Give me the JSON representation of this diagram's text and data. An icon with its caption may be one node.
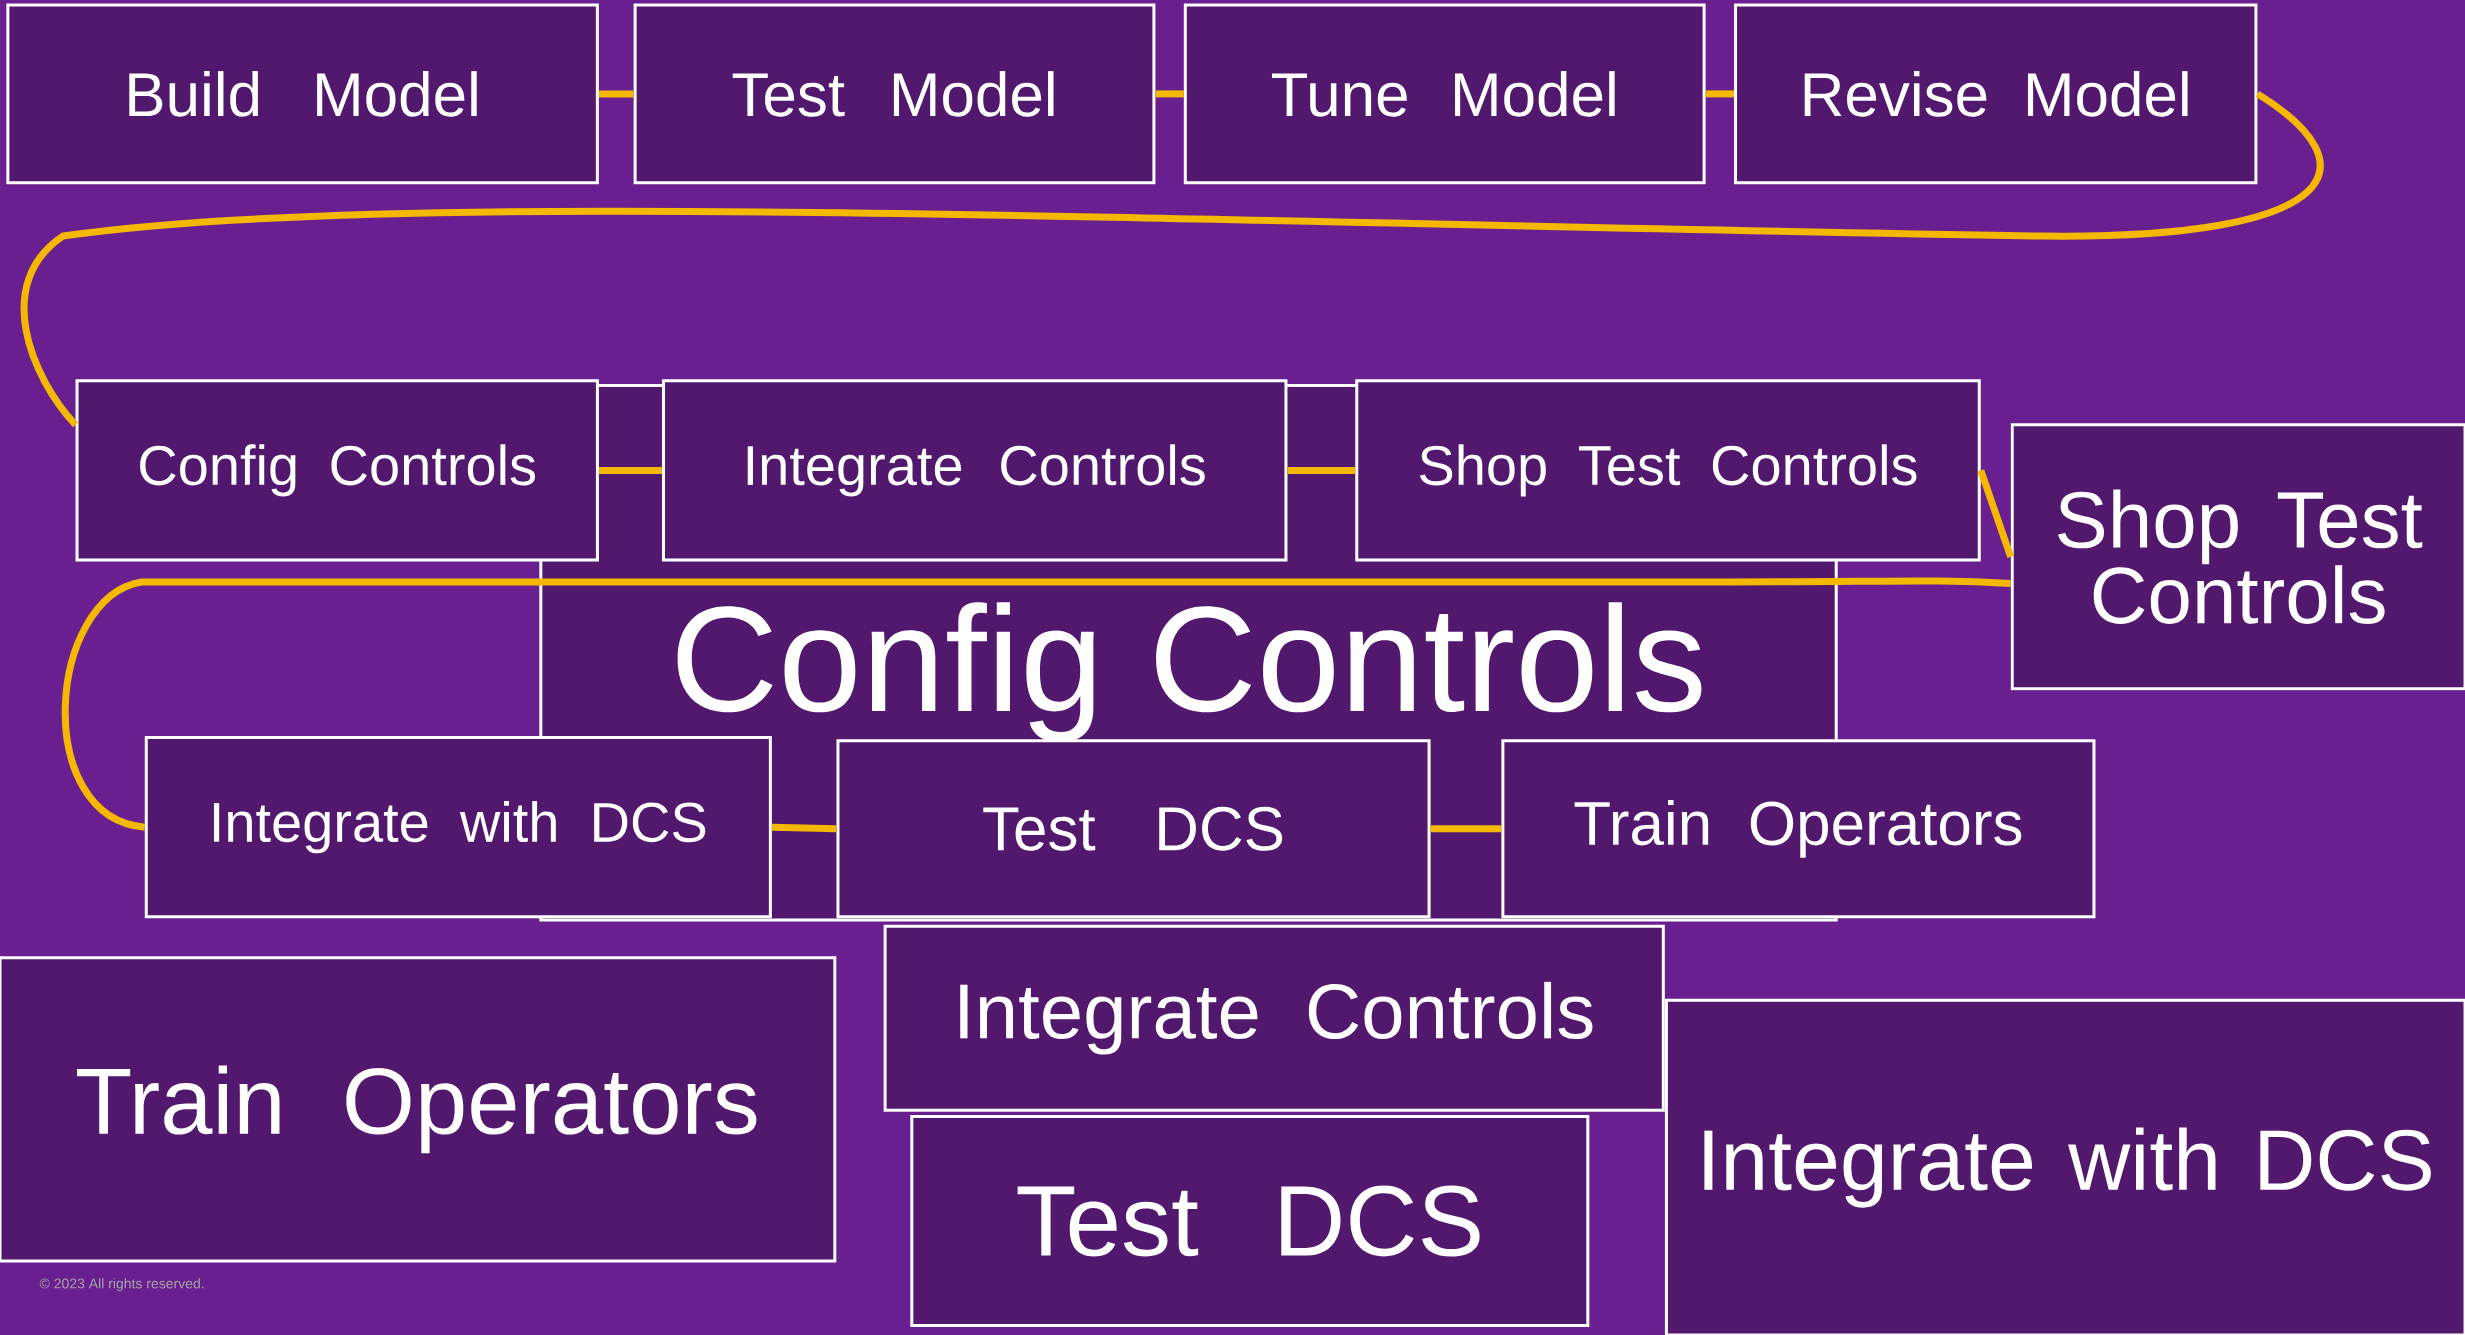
{
  "diagram": {
    "nodes": [
      {
        "text": [
          "Build Model"
        ]
      },
      {
        "text": [
          "Test Model"
        ]
      },
      {
        "text": [
          "Tune Model"
        ]
      },
      {
        "text": [
          "Revise Model"
        ]
      },
      {
        "text": [
          "Config Controls"
        ]
      },
      {
        "text": [
          "Integrate Controls"
        ]
      },
      {
        "text": [
          "Shop Test Controls"
        ]
      },
      {
        "text": [
          "Shop Test Controls"
        ]
      },
      {
        "text": [
          "Config Controls"
        ]
      },
      {
        "text": [
          "Integrate with DCS"
        ]
      },
      {
        "text": [
          "Test DCS"
        ]
      },
      {
        "text": [
          "Train Operators"
        ]
      },
      {
        "text": [
          "Train Operators"
        ]
      },
      {
        "text": [
          "Integrate Controls"
        ]
      },
      {
        "text": [
          "Test DCS"
        ]
      },
      {
        "text": [
          "Integrate with DCS"
        ]
      }
    ],
    "edges": [
      {
        "from": 0,
        "to": 1,
        "arrow": "none"
      },
      {
        "from": 1,
        "to": 2,
        "arrow": "none"
      },
      {
        "from": 2,
        "to": 3,
        "arrow": "none"
      },
      {
        "from": 3,
        "to": 4,
        "arrow": "none"
      },
      {
        "from": 4,
        "to": 5,
        "arrow": "none"
      },
      {
        "from": 5,
        "to": 6,
        "arrow": "none"
      },
      {
        "from": 6,
        "to": 7,
        "arrow": "none"
      },
      {
        "from": 7,
        "to": 9,
        "arrow": "none"
      },
      {
        "from": 9,
        "to": 10,
        "arrow": "none"
      },
      {
        "from": 10,
        "to": 11,
        "arrow": "none"
      }
    ],
    "labels": [
      "© 2023 All rights reserved."
    ]
  }
}
